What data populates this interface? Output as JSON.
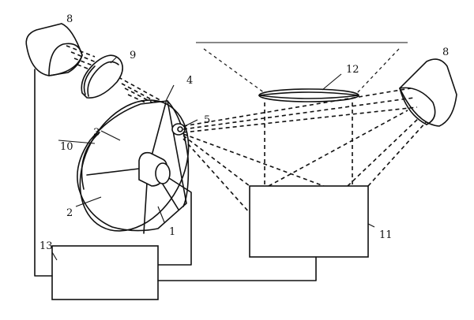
{
  "labels": {
    "l1": "1",
    "l2": "2",
    "l3": "3",
    "l4": "4",
    "l5": "5",
    "l8a": "8",
    "l8b": "8",
    "l9": "9",
    "l10": "10",
    "l11": "11",
    "l12": "12",
    "l13": "13"
  }
}
